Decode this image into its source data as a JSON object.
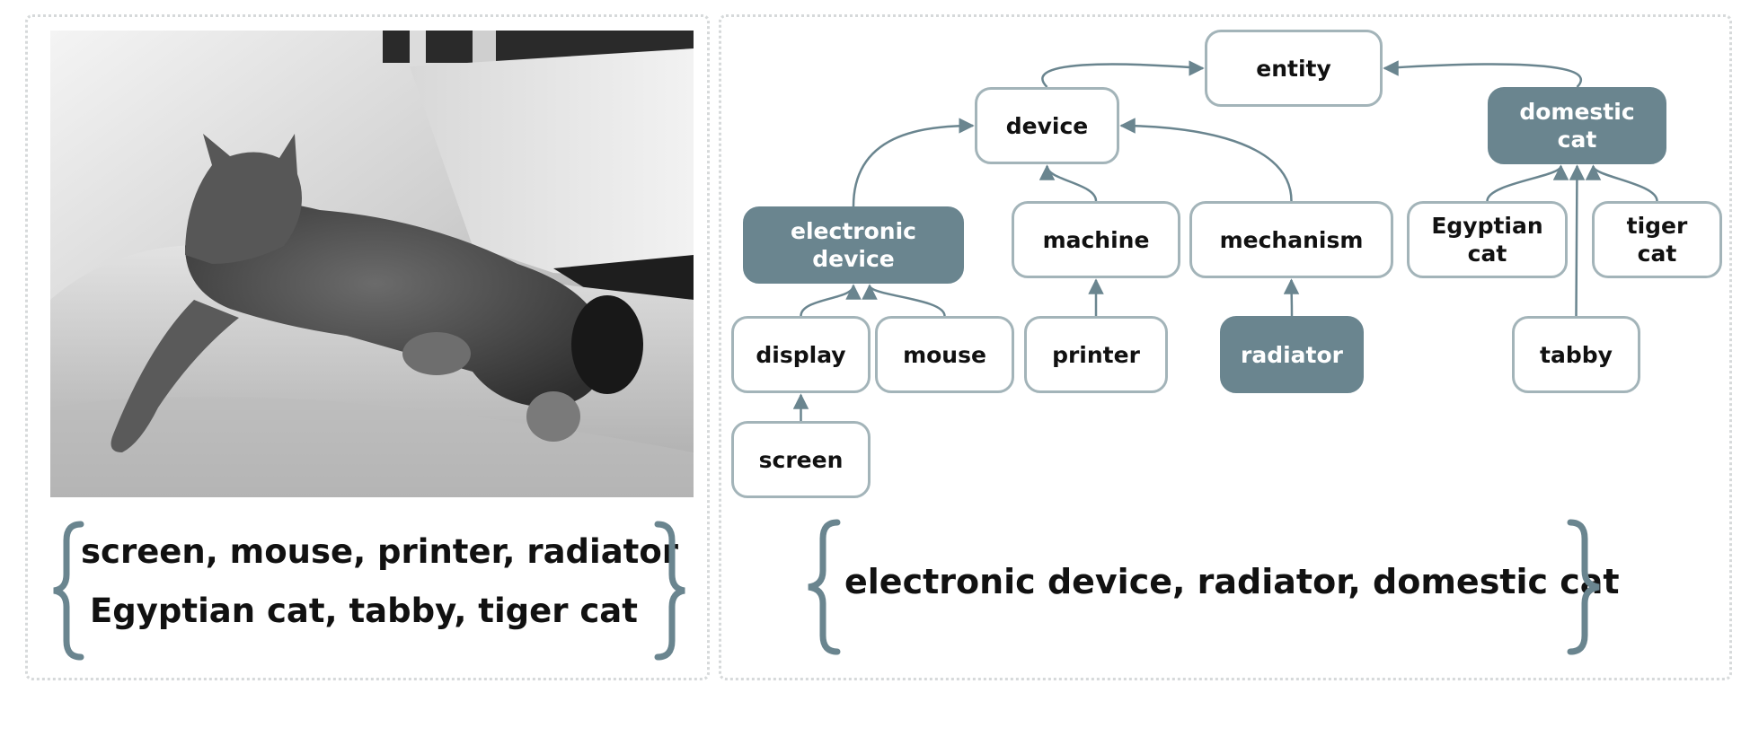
{
  "colors": {
    "node_border": "#a3b4b9",
    "node_highlight": "#6a858f",
    "edge": "#6a858f",
    "panel_border": "#d6d9da"
  },
  "left_set": {
    "line1": "screen, mouse, printer, radiator",
    "line2": "Egyptian cat, tabby, tiger cat"
  },
  "right_set": {
    "line": "electronic device, radiator, domestic cat"
  },
  "hierarchy": {
    "nodes": [
      {
        "id": "entity",
        "label": "entity",
        "highlight": false
      },
      {
        "id": "device",
        "label": "device",
        "highlight": false
      },
      {
        "id": "domestic-cat",
        "label": "domestic\ncat",
        "highlight": true
      },
      {
        "id": "electronic-device",
        "label": "electronic\ndevice",
        "highlight": true
      },
      {
        "id": "machine",
        "label": "machine",
        "highlight": false
      },
      {
        "id": "mechanism",
        "label": "mechanism",
        "highlight": false
      },
      {
        "id": "egyptian-cat",
        "label": "Egyptian\ncat",
        "highlight": false
      },
      {
        "id": "tiger-cat",
        "label": "tiger\ncat",
        "highlight": false
      },
      {
        "id": "display",
        "label": "display",
        "highlight": false
      },
      {
        "id": "mouse",
        "label": "mouse",
        "highlight": false
      },
      {
        "id": "printer",
        "label": "printer",
        "highlight": false
      },
      {
        "id": "radiator",
        "label": "radiator",
        "highlight": true
      },
      {
        "id": "tabby",
        "label": "tabby",
        "highlight": false
      },
      {
        "id": "screen",
        "label": "screen",
        "highlight": false
      }
    ],
    "edges": [
      {
        "from": "device",
        "to": "entity",
        "elided": true
      },
      {
        "from": "domestic-cat",
        "to": "entity",
        "elided": true
      },
      {
        "from": "electronic-device",
        "to": "device"
      },
      {
        "from": "machine",
        "to": "device"
      },
      {
        "from": "mechanism",
        "to": "device"
      },
      {
        "from": "display",
        "to": "electronic-device"
      },
      {
        "from": "mouse",
        "to": "electronic-device"
      },
      {
        "from": "printer",
        "to": "machine"
      },
      {
        "from": "radiator",
        "to": "mechanism"
      },
      {
        "from": "screen",
        "to": "display"
      },
      {
        "from": "egyptian-cat",
        "to": "domestic-cat"
      },
      {
        "from": "tiger-cat",
        "to": "domestic-cat"
      },
      {
        "from": "tabby",
        "to": "domestic-cat"
      }
    ]
  }
}
